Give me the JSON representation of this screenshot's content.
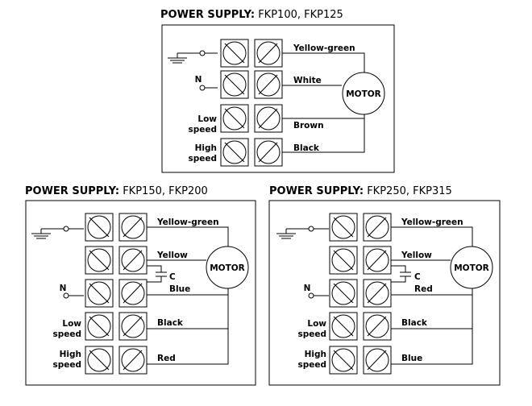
{
  "diagrams": [
    {
      "title_bold": "POWER SUPPLY:",
      "title_models": "FKP100, FKP125",
      "motor": "MOTOR",
      "wires": [
        "Yellow-green",
        "White",
        "Brown",
        "Black"
      ],
      "terminals": {
        "n": "N",
        "low": [
          "Low",
          "speed"
        ],
        "high": [
          "High",
          "speed"
        ]
      }
    },
    {
      "title_bold": "POWER SUPPLY:",
      "title_models": "FKP150, FKP200",
      "motor": "MOTOR",
      "wires": [
        "Yellow-green",
        "Yellow",
        "Blue",
        "Black",
        "Red"
      ],
      "capacitor": "C",
      "terminals": {
        "n": "N",
        "low": [
          "Low",
          "speed"
        ],
        "high": [
          "High",
          "speed"
        ]
      }
    },
    {
      "title_bold": "POWER SUPPLY:",
      "title_models": "FKP250, FKP315",
      "motor": "MOTOR",
      "wires": [
        "Yellow-green",
        "Yellow",
        "Red",
        "Black",
        "Blue"
      ],
      "capacitor": "C",
      "terminals": {
        "n": "N",
        "low": [
          "Low",
          "speed"
        ],
        "high": [
          "High",
          "speed"
        ]
      }
    }
  ]
}
